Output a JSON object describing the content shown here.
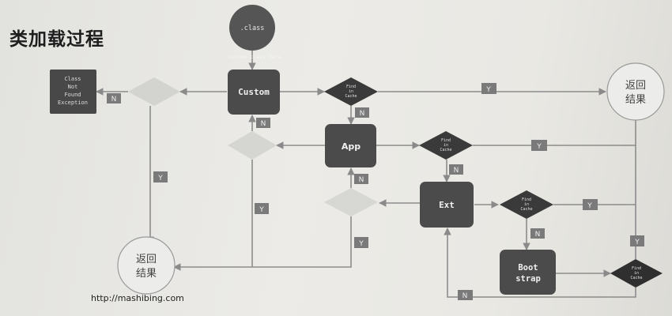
{
  "page": {
    "title": "类加载过程",
    "footer_url": "http://mashibing.com"
  },
  "nodes": {
    "class_file": ".class",
    "custom_label": "Custom",
    "custom_sublabel": "Custom class data",
    "app_label": "App",
    "ext_label": "Ext",
    "boot_line1": "Boot",
    "boot_line2": "strap",
    "cnfe_line1": "Class",
    "cnfe_line2": "Not",
    "cnfe_line3": "Found",
    "cnfe_line4": "Exception",
    "result_tr_line1": "返回",
    "result_tr_line2": "结果",
    "result_bl_line1": "返回",
    "result_bl_line2": "结果"
  },
  "diamonds": {
    "find_line1": "Find",
    "find_line2": "in",
    "find_line3": "Cache"
  },
  "edge_labels": {
    "yes": "Y",
    "no": "N"
  },
  "colors": {
    "node_dark": "#4b4b4b",
    "node_bg_text": "#f0f0f0",
    "diamond_dark": "#3c3c3c",
    "diamond_faded": "#d6d6d2",
    "label_box": "#7a7a7a",
    "line": "#8a8a8a"
  }
}
